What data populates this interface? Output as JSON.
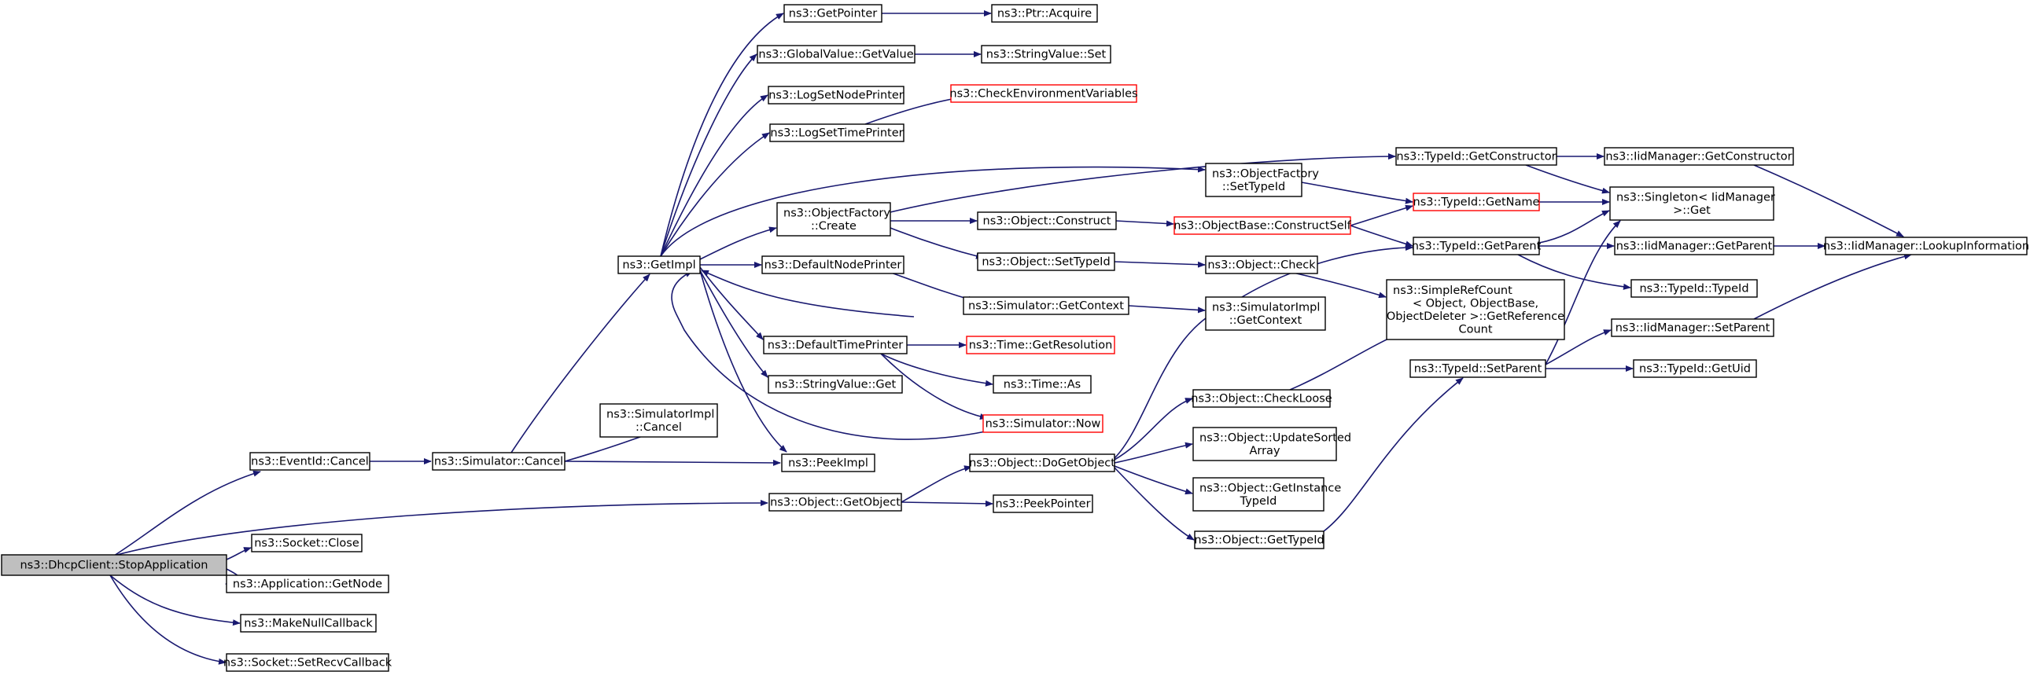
{
  "graph": {
    "colors": {
      "edge": "#191970",
      "node_border": "#000000",
      "node_fill": "#ffffff",
      "root_fill": "#bfbfbf",
      "undocumented_border": "#ff0000"
    },
    "nodes": [
      {
        "id": "n_root",
        "lines": [
          "ns3::DhcpClient::StopApplication"
        ],
        "style": "root"
      },
      {
        "id": "n_evc",
        "lines": [
          "ns3::EventId::Cancel"
        ],
        "style": "normal"
      },
      {
        "id": "n_sclose",
        "lines": [
          "ns3::Socket::Close"
        ],
        "style": "normal"
      },
      {
        "id": "n_appnode",
        "lines": [
          "ns3::Application::GetNode"
        ],
        "style": "normal"
      },
      {
        "id": "n_mknull",
        "lines": [
          "ns3::MakeNullCallback"
        ],
        "style": "normal"
      },
      {
        "id": "n_srecv",
        "lines": [
          "ns3::Socket::SetRecvCallback"
        ],
        "style": "normal"
      },
      {
        "id": "n_simcancel",
        "lines": [
          "ns3::Simulator::Cancel"
        ],
        "style": "normal"
      },
      {
        "id": "n_simimplcancel",
        "lines": [
          "ns3::SimulatorImpl",
          "::Cancel"
        ],
        "style": "normal"
      },
      {
        "id": "n_getimpl",
        "lines": [
          "ns3::GetImpl"
        ],
        "style": "normal"
      },
      {
        "id": "n_getptr",
        "lines": [
          "ns3::GetPointer"
        ],
        "style": "normal"
      },
      {
        "id": "n_gvget",
        "lines": [
          "ns3::GlobalValue::GetValue"
        ],
        "style": "normal"
      },
      {
        "id": "n_lognode",
        "lines": [
          "ns3::LogSetNodePrinter"
        ],
        "style": "normal"
      },
      {
        "id": "n_logtime",
        "lines": [
          "ns3::LogSetTimePrinter"
        ],
        "style": "normal"
      },
      {
        "id": "n_ofcreate",
        "lines": [
          "ns3::ObjectFactory",
          "::Create"
        ],
        "style": "normal"
      },
      {
        "id": "n_defnode",
        "lines": [
          "ns3::DefaultNodePrinter"
        ],
        "style": "normal"
      },
      {
        "id": "n_deftime",
        "lines": [
          "ns3::DefaultTimePrinter"
        ],
        "style": "normal"
      },
      {
        "id": "n_svget",
        "lines": [
          "ns3::StringValue::Get"
        ],
        "style": "normal"
      },
      {
        "id": "n_peekimpl",
        "lines": [
          "ns3::PeekImpl"
        ],
        "style": "normal"
      },
      {
        "id": "n_getobject",
        "lines": [
          "ns3::Object::GetObject"
        ],
        "style": "normal"
      },
      {
        "id": "n_ptracq",
        "lines": [
          "ns3::Ptr::Acquire"
        ],
        "style": "normal"
      },
      {
        "id": "n_svset",
        "lines": [
          "ns3::StringValue::Set"
        ],
        "style": "normal"
      },
      {
        "id": "n_checkenv",
        "lines": [
          "ns3::CheckEnvironmentVariables"
        ],
        "style": "undocumented"
      },
      {
        "id": "n_ofsettid",
        "lines": [
          "ns3::ObjectFactory",
          "::SetTypeId"
        ],
        "style": "normal"
      },
      {
        "id": "n_objconstruct",
        "lines": [
          "ns3::Object::Construct"
        ],
        "style": "normal"
      },
      {
        "id": "n_objsettid",
        "lines": [
          "ns3::Object::SetTypeId"
        ],
        "style": "normal"
      },
      {
        "id": "n_simctx",
        "lines": [
          "ns3::Simulator::GetContext"
        ],
        "style": "normal"
      },
      {
        "id": "n_timeres",
        "lines": [
          "ns3::Time::GetResolution"
        ],
        "style": "undocumented"
      },
      {
        "id": "n_timeas",
        "lines": [
          "ns3::Time::As"
        ],
        "style": "normal"
      },
      {
        "id": "n_simnow",
        "lines": [
          "ns3::Simulator::Now"
        ],
        "style": "undocumented"
      },
      {
        "id": "n_dogetobj",
        "lines": [
          "ns3::Object::DoGetObject"
        ],
        "style": "normal"
      },
      {
        "id": "n_peekptr",
        "lines": [
          "ns3::PeekPointer"
        ],
        "style": "normal"
      },
      {
        "id": "n_obcself",
        "lines": [
          "ns3::ObjectBase::ConstructSelf"
        ],
        "style": "undocumented"
      },
      {
        "id": "n_objcheck",
        "lines": [
          "ns3::Object::Check"
        ],
        "style": "normal"
      },
      {
        "id": "n_simimplctx",
        "lines": [
          "ns3::SimulatorImpl",
          "::GetContext"
        ],
        "style": "normal"
      },
      {
        "id": "n_checkloose",
        "lines": [
          "ns3::Object::CheckLoose"
        ],
        "style": "normal"
      },
      {
        "id": "n_updsorted",
        "lines": [
          "ns3::Object::UpdateSorted",
          "Array"
        ],
        "style": "normal"
      },
      {
        "id": "n_getinst",
        "lines": [
          "ns3::Object::GetInstance",
          "TypeId"
        ],
        "style": "normal"
      },
      {
        "id": "n_objgettid",
        "lines": [
          "ns3::Object::GetTypeId"
        ],
        "style": "normal"
      },
      {
        "id": "n_tidgetctor",
        "lines": [
          "ns3::TypeId::GetConstructor"
        ],
        "style": "normal"
      },
      {
        "id": "n_tidgetname",
        "lines": [
          "ns3::TypeId::GetName"
        ],
        "style": "undocumented"
      },
      {
        "id": "n_tidgetparent",
        "lines": [
          "ns3::TypeId::GetParent"
        ],
        "style": "normal"
      },
      {
        "id": "n_srcgetref",
        "lines": [
          "ns3::SimpleRefCount",
          "< Object, ObjectBase,",
          "ObjectDeleter >::GetReference",
          "Count"
        ],
        "style": "normal"
      },
      {
        "id": "n_tidsetparent",
        "lines": [
          "ns3::TypeId::SetParent"
        ],
        "style": "normal"
      },
      {
        "id": "n_iidgetctor",
        "lines": [
          "ns3::IidManager::GetConstructor"
        ],
        "style": "normal"
      },
      {
        "id": "n_singleton",
        "lines": [
          "ns3::Singleton< IidManager",
          ">::Get"
        ],
        "style": "normal"
      },
      {
        "id": "n_iidgetparent",
        "lines": [
          "ns3::IidManager::GetParent"
        ],
        "style": "normal"
      },
      {
        "id": "n_tidtid",
        "lines": [
          "ns3::TypeId::TypeId"
        ],
        "style": "normal"
      },
      {
        "id": "n_iidsetparent",
        "lines": [
          "ns3::IidManager::SetParent"
        ],
        "style": "normal"
      },
      {
        "id": "n_tidgetuid",
        "lines": [
          "ns3::TypeId::GetUid"
        ],
        "style": "normal"
      },
      {
        "id": "n_iidlookup",
        "lines": [
          "ns3::IidManager::LookupInformation"
        ],
        "style": "normal"
      }
    ]
  }
}
